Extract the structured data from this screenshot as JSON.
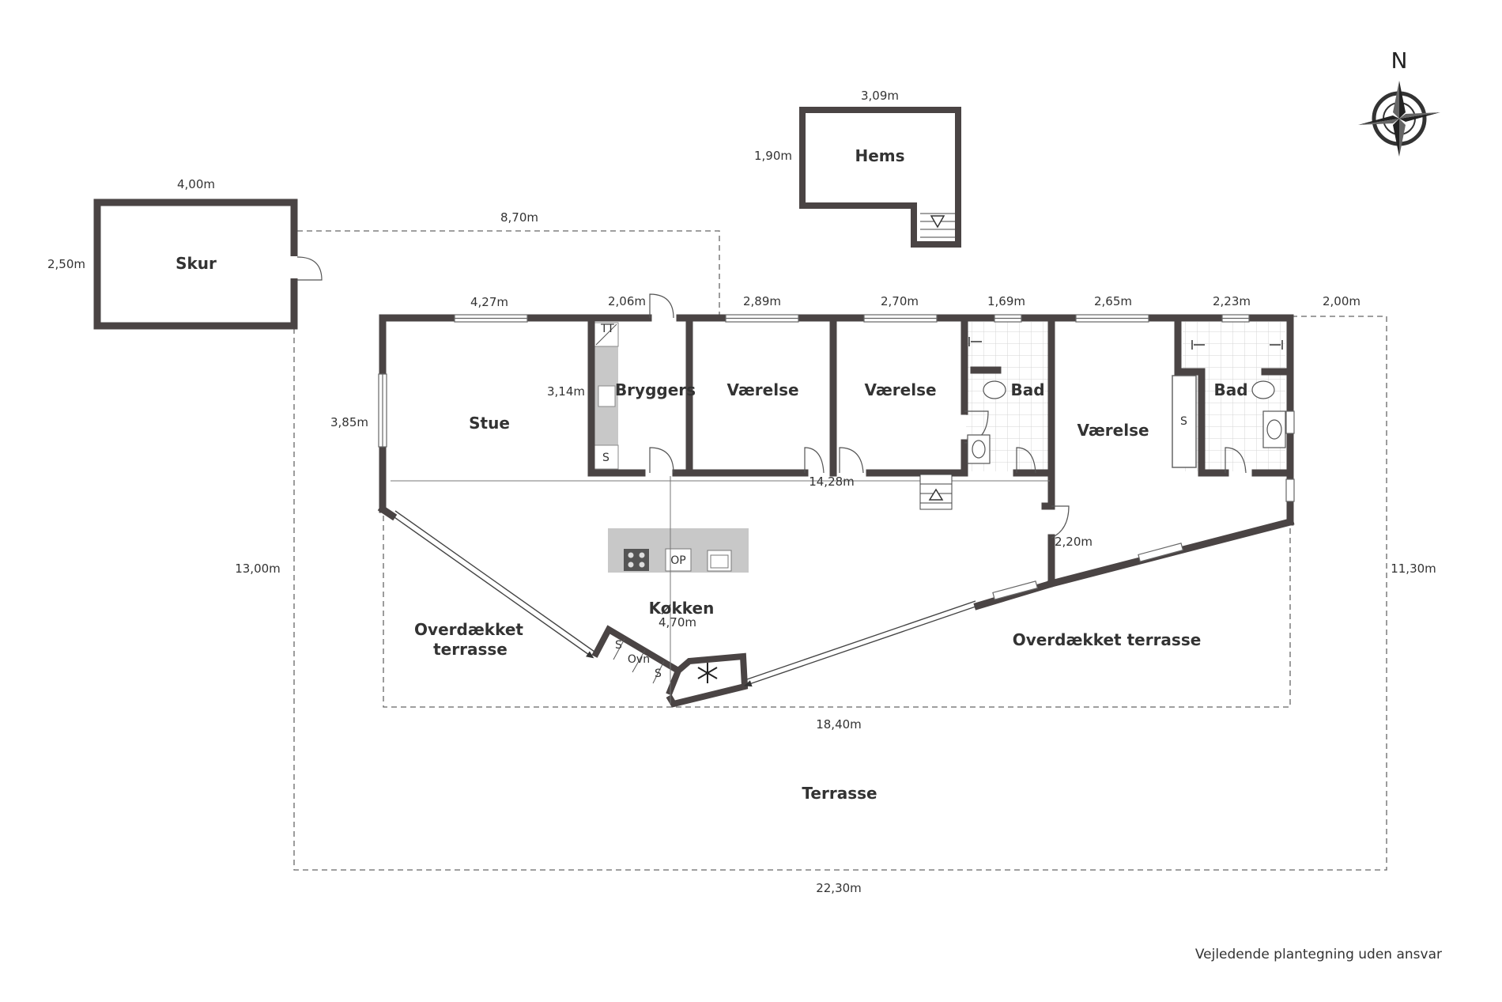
{
  "rooms": {
    "skur": "Skur",
    "hems": "Hems",
    "stue": "Stue",
    "bryggers": "Bryggers",
    "vaerelse_1": "Værelse",
    "vaerelse_2": "Værelse",
    "bad_1": "Bad",
    "vaerelse_3": "Værelse",
    "bad_2": "Bad",
    "kokken": "Køkken",
    "overdaekket_left_1": "Overdækket",
    "overdaekket_left_2": "terrasse",
    "overdaekket_right": "Overdækket terrasse",
    "terrasse": "Terrasse"
  },
  "dimensions": {
    "skur_width": "4,00m",
    "skur_depth": "2,50m",
    "hems_width": "3,09m",
    "hems_depth": "1,90m",
    "covered_top": "8,70m",
    "stue_width": "4,27m",
    "stue_depth": "3,85m",
    "bryggers_width": "2,06m",
    "bryggers_depth": "3,14m",
    "vaerelse1_width": "2,89m",
    "vaerelse2_width": "2,70m",
    "bad1_width": "1,69m",
    "vaerelse3_width": "2,65m",
    "bad2_width": "2,23m",
    "right_offset": "2,00m",
    "house_length": "14,28m",
    "kokken_depth": "4,70m",
    "door_depth": "2,20m",
    "terrace_depth_left": "13,00m",
    "terrace_depth_right": "11,30m",
    "covered_width": "18,40m",
    "terrace_width": "22,30m"
  },
  "fixtures": {
    "tumble_dryer": "TT",
    "cabinet_s": "S",
    "dishwasher": "OP",
    "oven": "Ovn"
  },
  "compass": {
    "north": "N"
  },
  "disclaimer": "Vejledende plantegning uden ansvar",
  "colors": {
    "wall": "#4a4444",
    "line": "#555555",
    "counter": "#c8c8c8",
    "tile": "#d4d4d4"
  }
}
